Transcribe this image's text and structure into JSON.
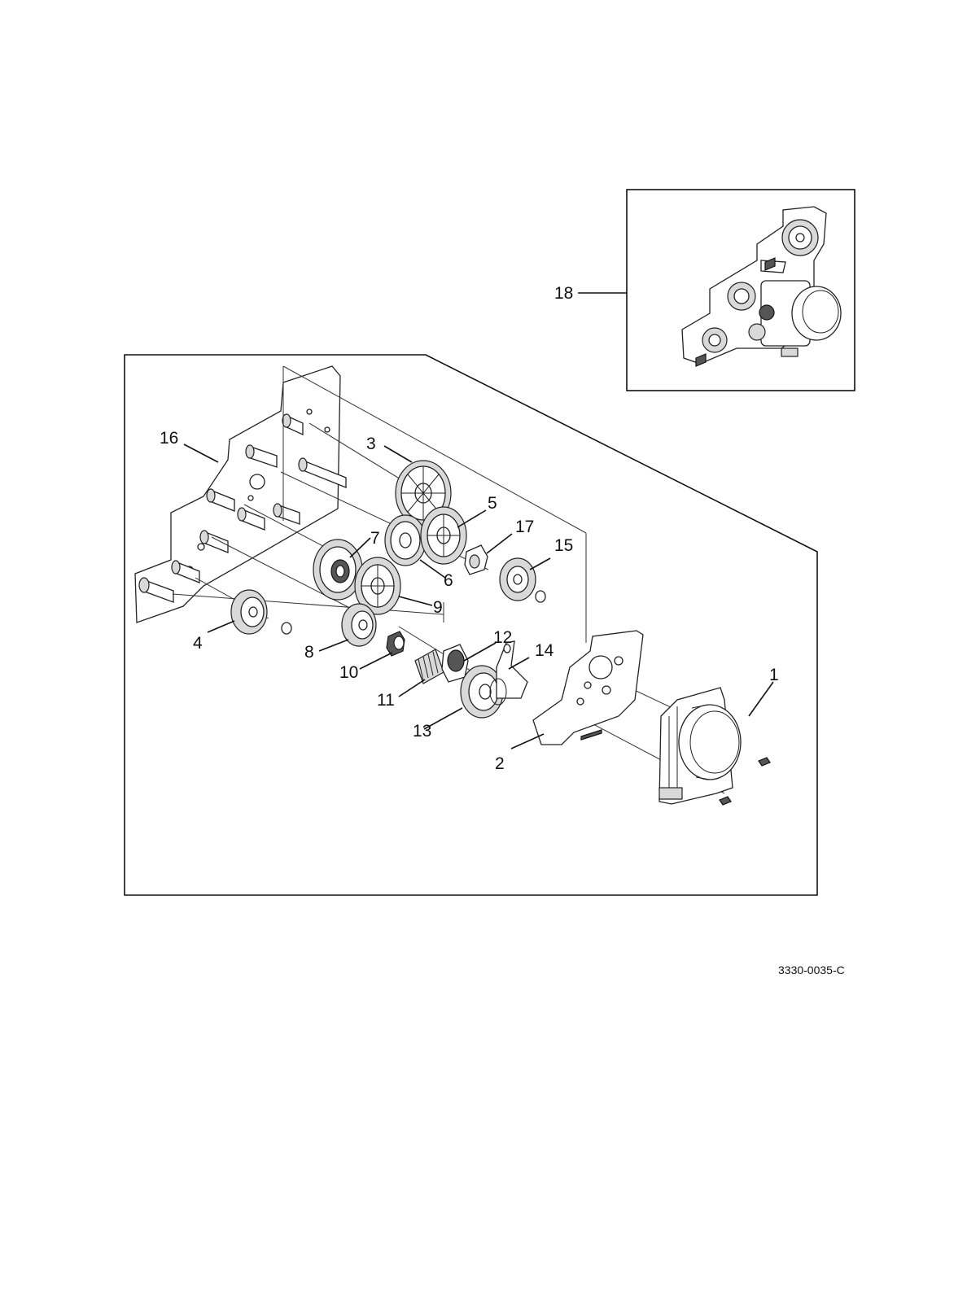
{
  "figure_id": "3330-0035-C",
  "callouts": [
    {
      "id": "c1",
      "label": "1"
    },
    {
      "id": "c2",
      "label": "2"
    },
    {
      "id": "c3",
      "label": "3"
    },
    {
      "id": "c4",
      "label": "4"
    },
    {
      "id": "c5",
      "label": "5"
    },
    {
      "id": "c6",
      "label": "6"
    },
    {
      "id": "c7",
      "label": "7"
    },
    {
      "id": "c8",
      "label": "8"
    },
    {
      "id": "c9",
      "label": "9"
    },
    {
      "id": "c10",
      "label": "10"
    },
    {
      "id": "c11",
      "label": "11"
    },
    {
      "id": "c12",
      "label": "12"
    },
    {
      "id": "c13",
      "label": "13"
    },
    {
      "id": "c14",
      "label": "14"
    },
    {
      "id": "c15",
      "label": "15"
    },
    {
      "id": "c16",
      "label": "16"
    },
    {
      "id": "c17",
      "label": "17"
    },
    {
      "id": "c18",
      "label": "18"
    }
  ]
}
